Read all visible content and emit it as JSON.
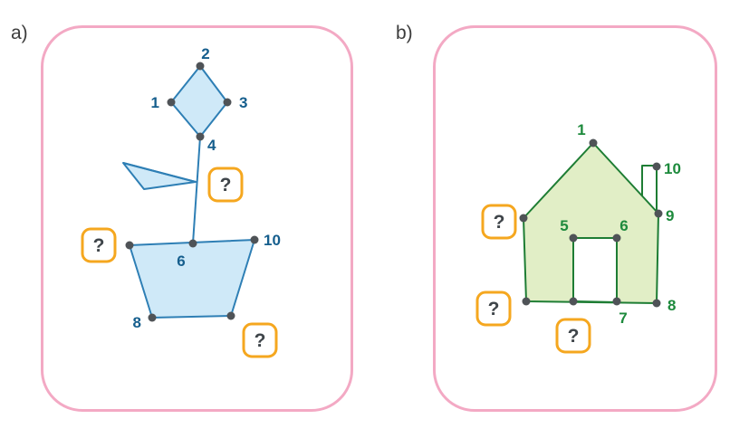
{
  "panels": {
    "a": {
      "label": "a)",
      "points": {
        "1": "1",
        "2": "2",
        "3": "3",
        "4": "4",
        "6": "6",
        "8": "8",
        "10": "10"
      },
      "q1": "?",
      "q2": "?",
      "q3": "?"
    },
    "b": {
      "label": "b)",
      "points": {
        "1": "1",
        "5": "5",
        "6": "6",
        "7": "7",
        "8": "8",
        "9": "9",
        "10": "10"
      },
      "q1": "?",
      "q2": "?",
      "q3": "?"
    }
  },
  "colors": {
    "panel_border": "#f3a9c4",
    "figure_a_fill": "#cfe9f8",
    "figure_a_stroke": "#2e7fb5",
    "figure_a_label": "#155e8d",
    "figure_b_fill": "#e1eec6",
    "figure_b_stroke": "#1e7d34",
    "figure_b_label": "#1d8a3c",
    "question_box_border": "#f5a71f",
    "dot_color": "#4f5357"
  }
}
